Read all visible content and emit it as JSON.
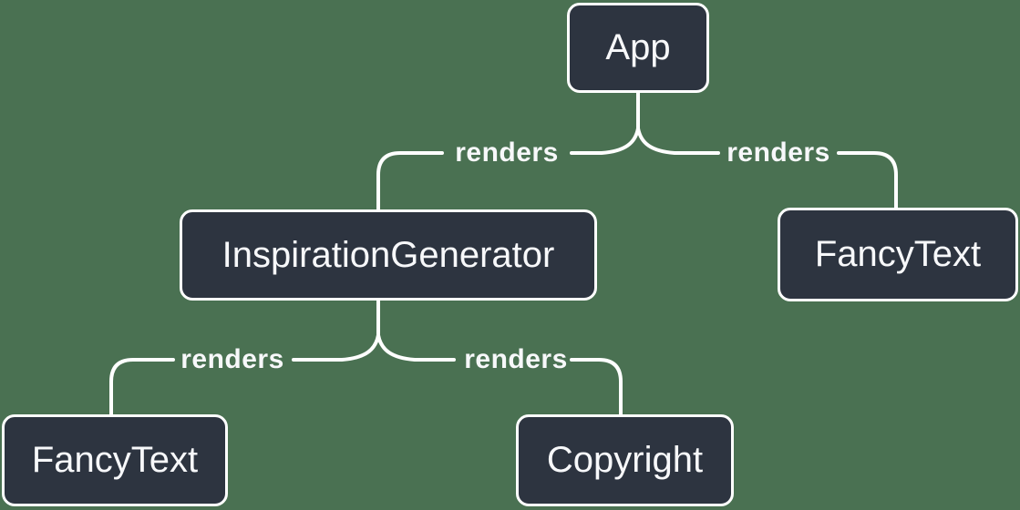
{
  "diagram": {
    "type": "component-render-tree",
    "colors": {
      "background": "#4a7152",
      "node_fill": "#2d3440",
      "line": "#ffffff",
      "text": "#f7f8fa"
    },
    "nodes": [
      {
        "id": "app",
        "label": "App"
      },
      {
        "id": "inspiration-generator",
        "label": "InspirationGenerator"
      },
      {
        "id": "fancy-text-top",
        "label": "FancyText"
      },
      {
        "id": "fancy-text-bottom",
        "label": "FancyText"
      },
      {
        "id": "copyright",
        "label": "Copyright"
      }
    ],
    "edges": [
      {
        "from": "App",
        "to": "InspirationGenerator",
        "label": "renders"
      },
      {
        "from": "App",
        "to": "FancyText",
        "label": "renders"
      },
      {
        "from": "InspirationGenerator",
        "to": "FancyText",
        "label": "renders"
      },
      {
        "from": "InspirationGenerator",
        "to": "Copyright",
        "label": "renders"
      }
    ]
  }
}
